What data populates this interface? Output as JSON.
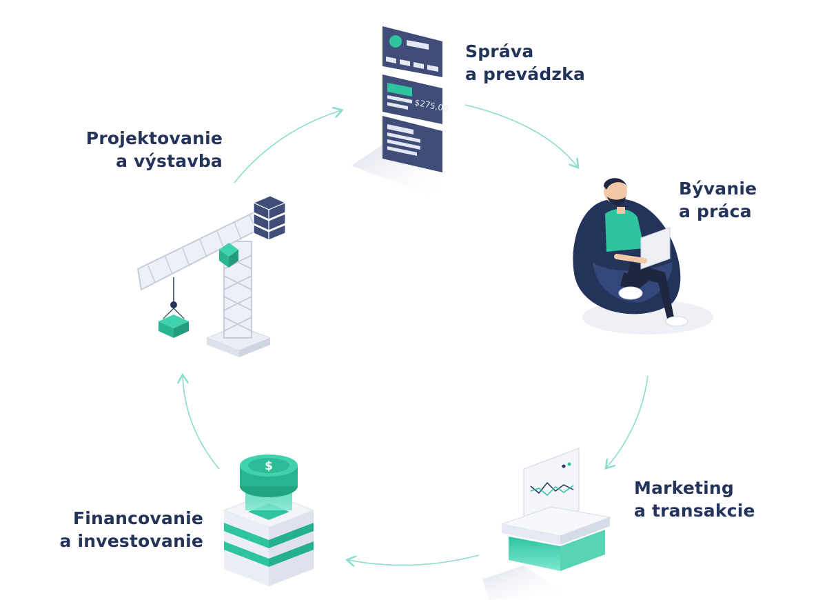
{
  "stages": [
    {
      "id": "sprava",
      "line1": "Správa",
      "line2": "a prevádzka"
    },
    {
      "id": "byvanie",
      "line1": "Bývanie",
      "line2": "a práca"
    },
    {
      "id": "marketing",
      "line1": "Marketing",
      "line2": "a transakcie"
    },
    {
      "id": "financovanie",
      "line1": "Financovanie",
      "line2": "a investovanie"
    },
    {
      "id": "projektovanie",
      "line1": "Projektovanie",
      "line2": "a výstavba"
    }
  ],
  "price_tag": "$275,00",
  "coin_symbol": "$",
  "colors": {
    "navy": "#24335a",
    "dark_blue": "#3f4d78",
    "teal": "#2ec4a0",
    "teal_light": "#7fdcc4",
    "arrow": "#8adccd",
    "crane": "#e9ebf4"
  }
}
